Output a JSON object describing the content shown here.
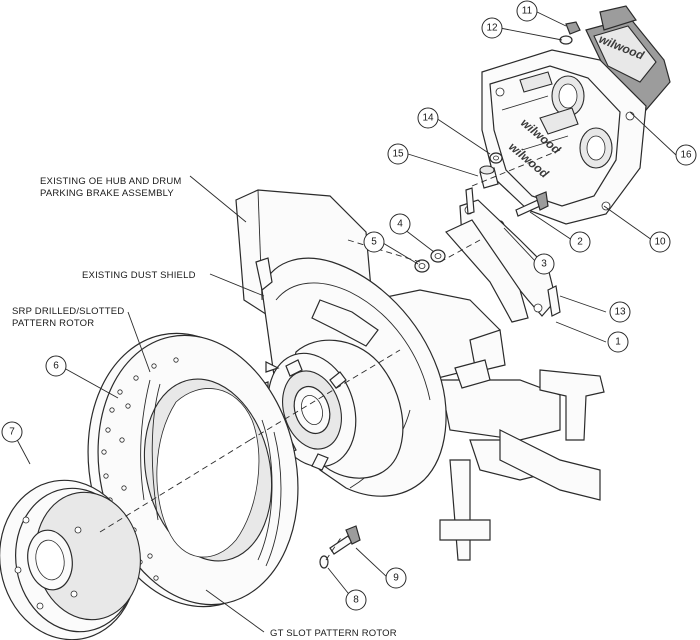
{
  "labels": {
    "existing_hub_line1": "EXISTING OE HUB AND DRUM",
    "existing_hub_line2": "PARKING BRAKE ASSEMBLY",
    "dust_shield": "EXISTING DUST SHIELD",
    "srp_rotor_line1": "SRP DRILLED/SLOTTED",
    "srp_rotor_line2": "PATTERN ROTOR",
    "gt_rotor": "GT SLOT PATTERN ROTOR"
  },
  "callouts": [
    "1",
    "2",
    "3",
    "4",
    "5",
    "6",
    "7",
    "8",
    "9",
    "10",
    "11",
    "12",
    "13",
    "14",
    "15",
    "16"
  ],
  "logos": {
    "pad": "wilwood",
    "caliper_upper": "wilwood",
    "caliper_lower": "wilwood"
  }
}
